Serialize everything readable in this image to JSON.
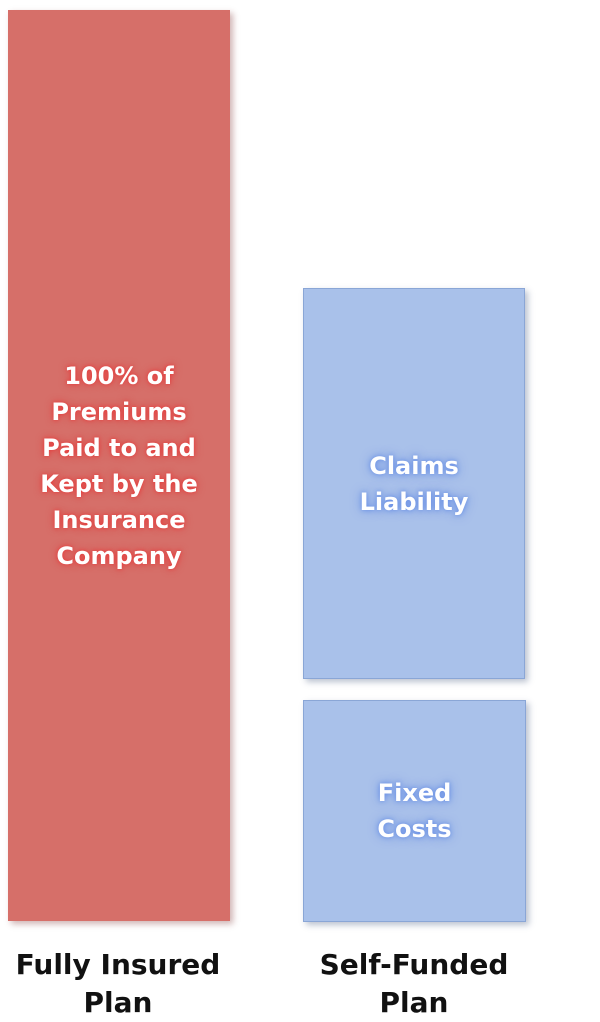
{
  "chart_data": {
    "type": "bar",
    "categories": [
      "Fully Insured Plan",
      "Self-Funded Plan"
    ],
    "series": [
      {
        "name": "100% of Premiums Paid to and Kept by the Insurance Company",
        "values": [
          100,
          0
        ],
        "color": "#d66f69"
      },
      {
        "name": "Fixed Costs",
        "values": [
          0,
          25
        ],
        "color": "#a9c1ea"
      },
      {
        "name": "Claims Liability",
        "values": [
          0,
          43
        ],
        "color": "#a9c1ea"
      }
    ],
    "title": "",
    "xlabel": "",
    "ylabel": "",
    "grid": false
  },
  "bars": {
    "fully_insured": {
      "text": "100% of\nPremiums\nPaid to and\nKept by the\nInsurance\nCompany",
      "label": "Fully Insured\nPlan",
      "color": "#d66f69"
    },
    "self_funded": {
      "claims_text": "Claims\nLiability",
      "fixed_text": "Fixed\nCosts",
      "label": "Self-Funded\nPlan",
      "color": "#a9c1ea"
    }
  }
}
